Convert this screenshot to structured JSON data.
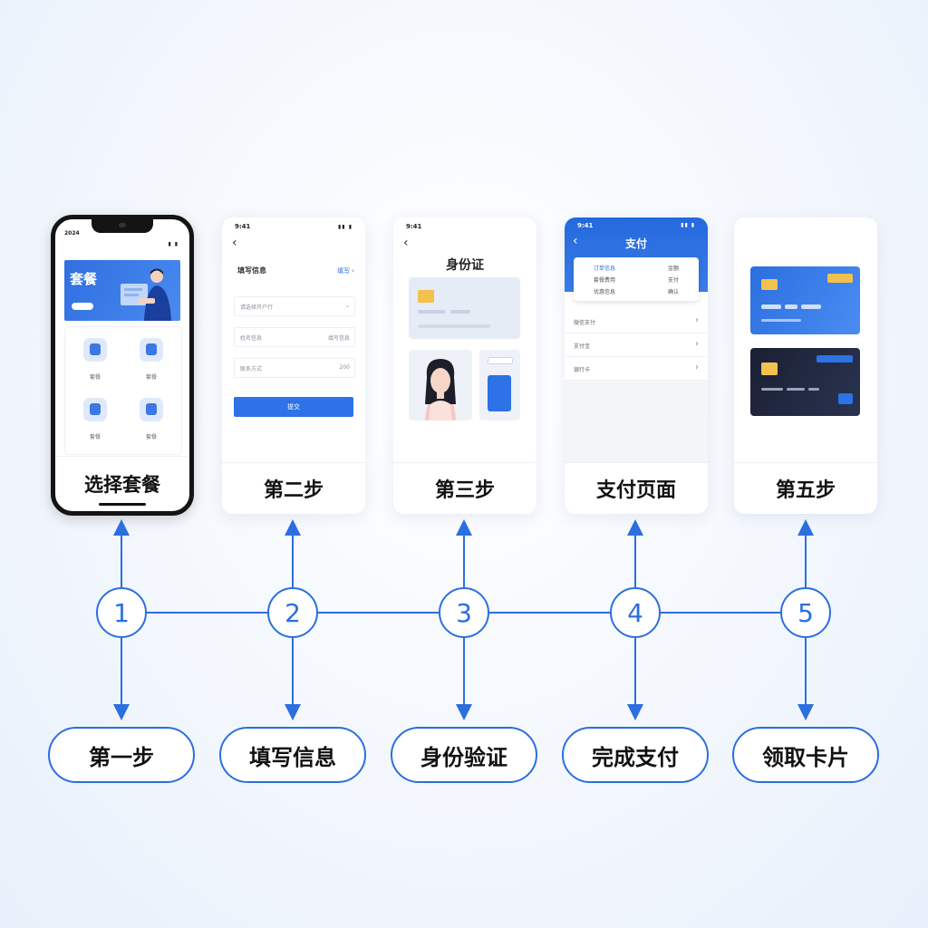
{
  "screens": {
    "s1": {
      "status_time": "2024",
      "banner_title": "套餐",
      "packages": [
        "套餐",
        "套餐",
        "套餐",
        "套餐"
      ],
      "footer": "选择套餐"
    },
    "s2": {
      "status_time": "9:41",
      "back": "‹",
      "header_left": "填写信息",
      "header_right": "填写 ›",
      "fields": [
        {
          "label": "请选择开户行",
          "value": "⌄"
        },
        {
          "label": "姓名信息",
          "value": "填写信息"
        },
        {
          "label": "联系方式",
          "value": "200"
        }
      ],
      "button_label": "提交",
      "footer": "第二步"
    },
    "s3": {
      "status_time": "9:41",
      "back": "‹",
      "title": "身份证",
      "footer": "第三步"
    },
    "s4": {
      "status_time": "9:41",
      "back": "‹",
      "title": "支付",
      "summary": [
        {
          "left": "订单信息",
          "right": "金额"
        },
        {
          "left": "套餐费用",
          "right": "支付"
        },
        {
          "left": "优惠信息",
          "right": "确认"
        }
      ],
      "rows": [
        "微信支付",
        "支付宝",
        "银行卡"
      ],
      "footer": "支付页面"
    },
    "s5": {
      "footer": "第五步"
    }
  },
  "timeline": {
    "steps": [
      {
        "number": "1",
        "label": "第一步"
      },
      {
        "number": "2",
        "label": "填写信息"
      },
      {
        "number": "3",
        "label": "身份验证"
      },
      {
        "number": "4",
        "label": "完成支付"
      },
      {
        "number": "5",
        "label": "领取卡片"
      }
    ]
  },
  "colors": {
    "accent": "#2b6fe0",
    "card_dark": "#1e2438",
    "chip": "#f2c14e"
  }
}
